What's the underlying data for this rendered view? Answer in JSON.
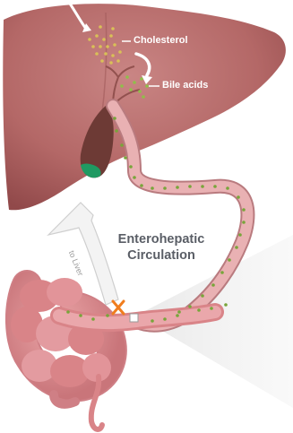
{
  "labels": {
    "cholesterol": "Cholesterol",
    "bile_acids": "Bile acids",
    "to_liver": "to Liver",
    "title_line1": "Enterohepatic",
    "title_line2": "Circulation"
  },
  "colors": {
    "liver": "#b96d6c",
    "liver_dark": "#8d4747",
    "gallbladder": "#6a3a34",
    "bile_green": "#1f9a62",
    "duct": "#e2a4a5",
    "intestine": "#e0969a",
    "dot": "#78a53a",
    "cross": "#f07d1e",
    "arrow_fill": "#f3f3f3"
  },
  "icons": {
    "block": "cross-mark-icon"
  }
}
